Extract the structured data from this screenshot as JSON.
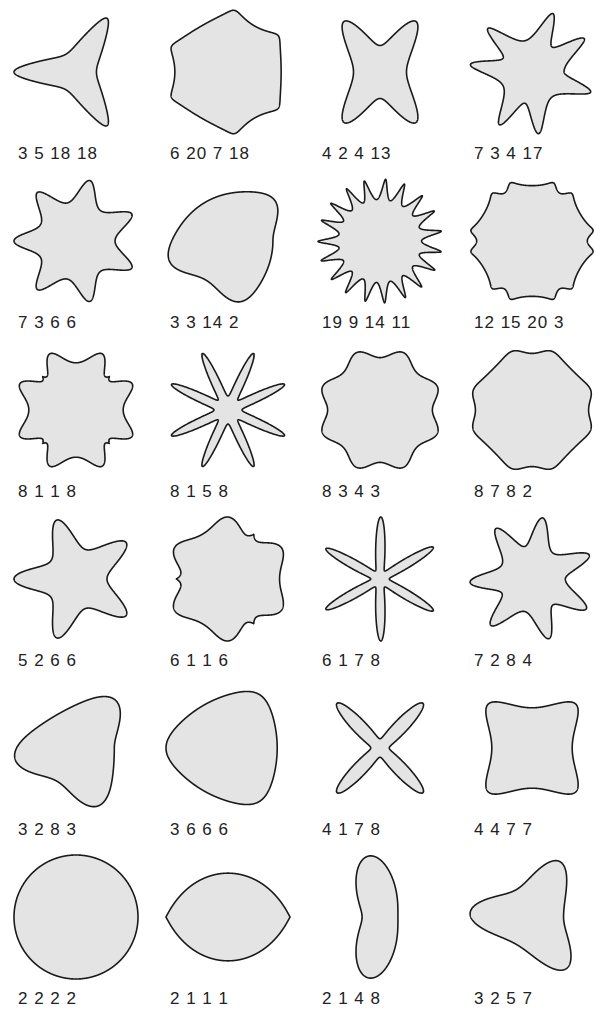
{
  "diagram": {
    "labels": [
      "3 5 18 18",
      "6 20 7 18",
      "4 2 4 13",
      "7 3 4 17",
      "7 3 6 6",
      "3 3 14 2",
      "19 9 14 11",
      "12 15 20 3",
      "8 1 1 8",
      "8 1 5 8",
      "8 3 4 3",
      "8 7 8 2",
      "5 2 6 6",
      "6 1 1 6",
      "6 1 7 8",
      "7 2 8 4",
      "3 2 8 3",
      "3 6 6 6",
      "4 1 7 8",
      "4 4 7 7",
      "2 2 2 2",
      "2 1 1 1",
      "2 1 4 8",
      "3 2 5 7"
    ]
  }
}
